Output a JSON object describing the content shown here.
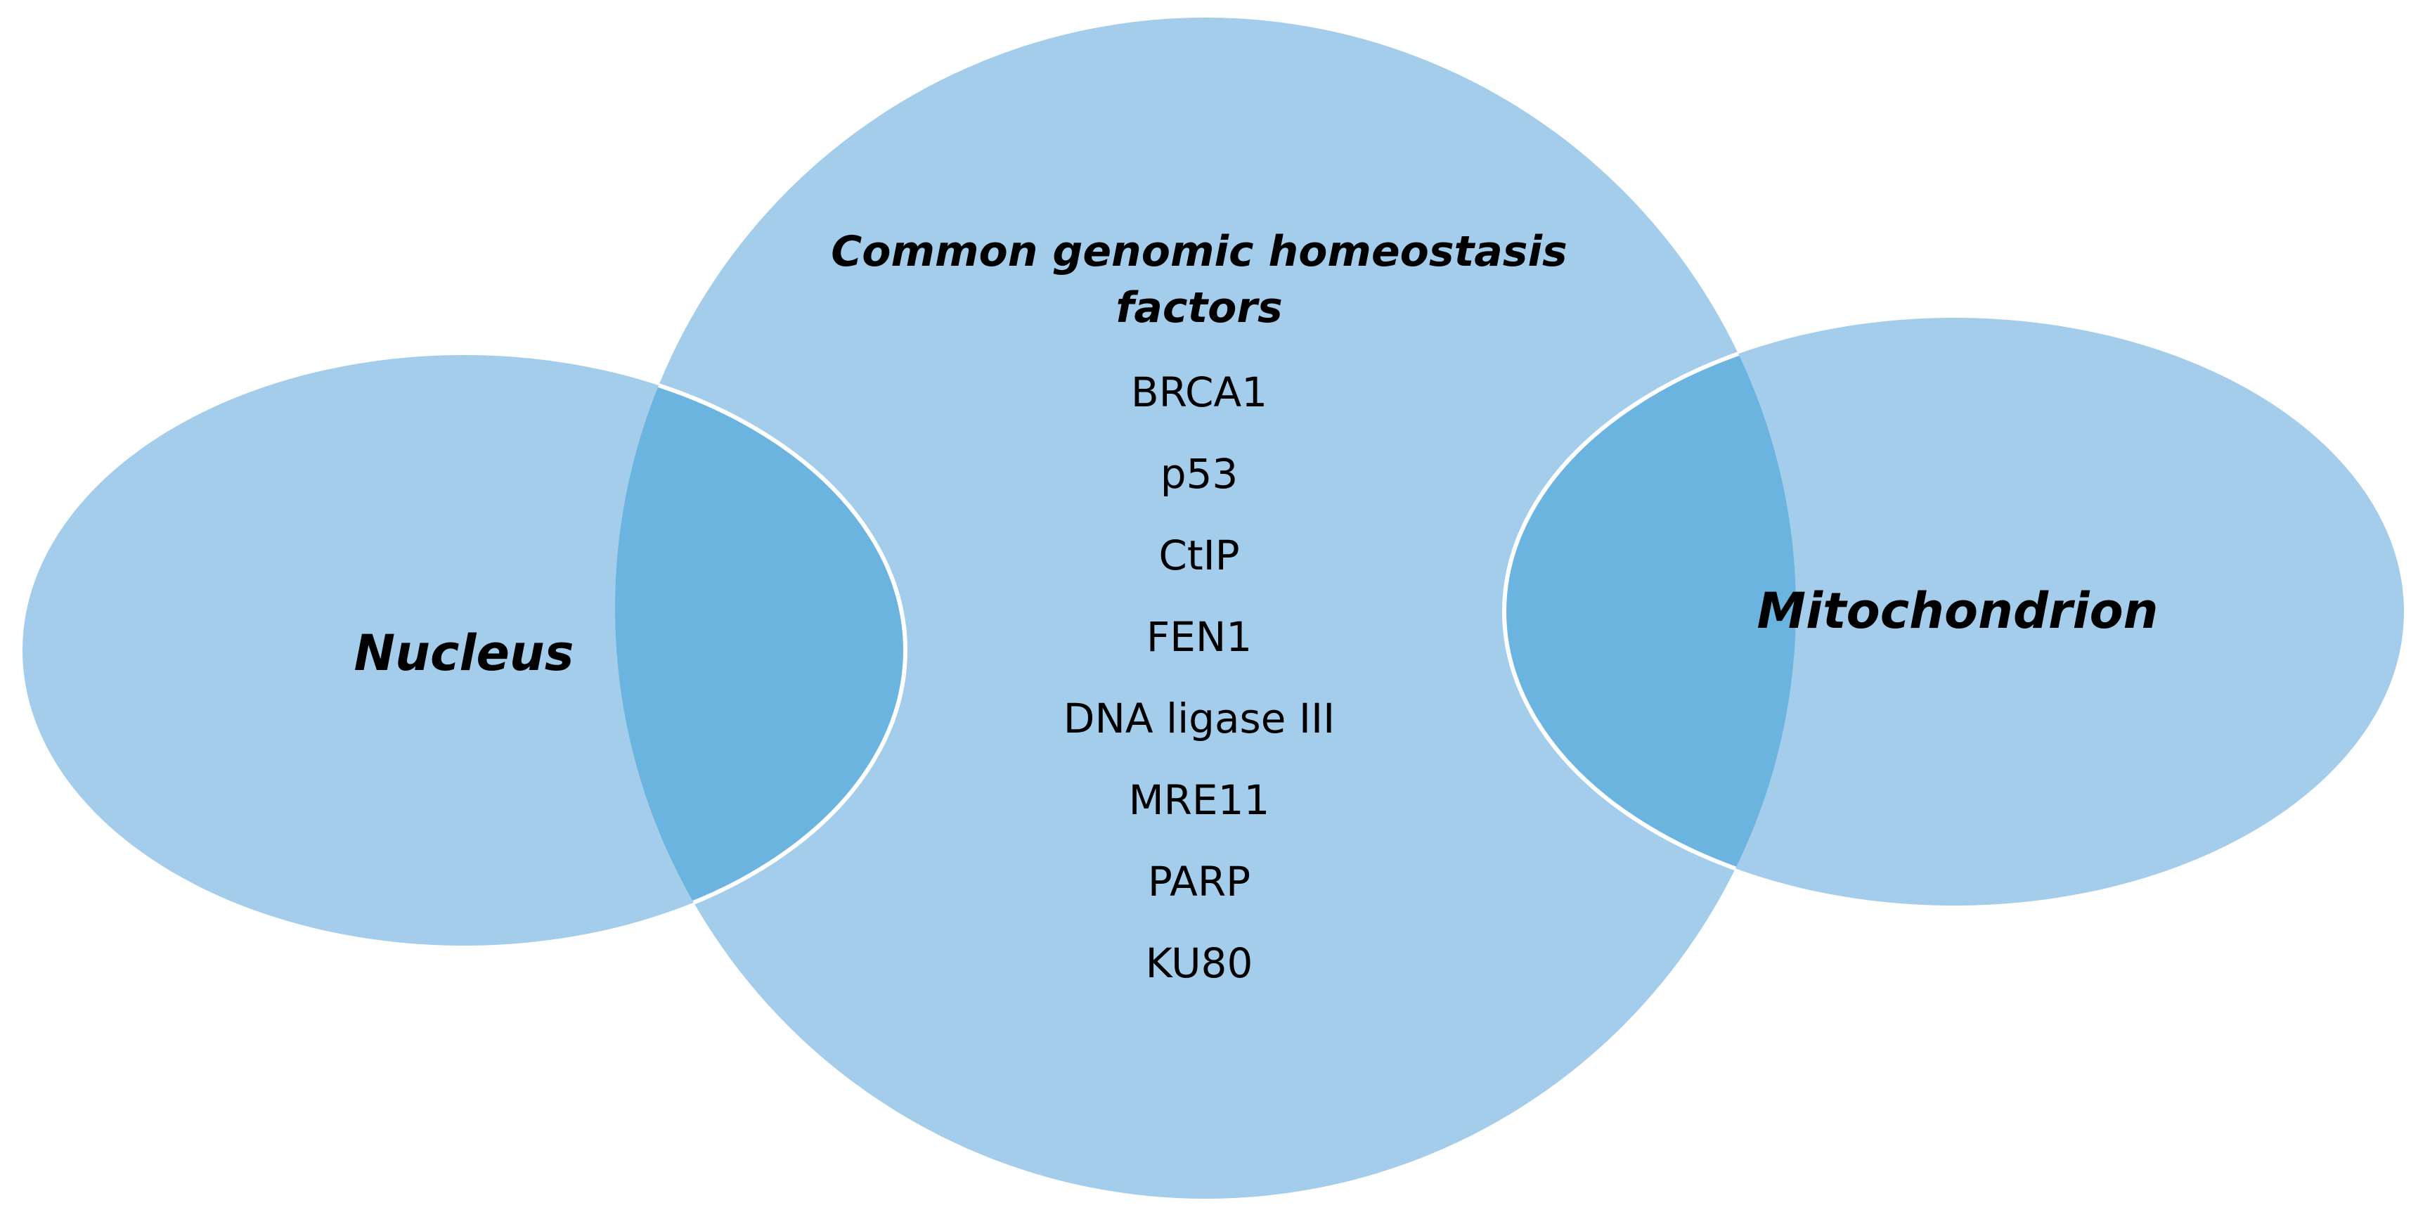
{
  "colors": {
    "shape_fill": "#a3cdeb",
    "overlap_fill": "#6cb4e0",
    "outline": "#ffffff"
  },
  "labels": {
    "nucleus": "Nucleus",
    "mitochondrion": "Mitochondrion"
  },
  "center": {
    "title_lines": [
      "Common genomic homeostasis",
      "factors"
    ],
    "factors": [
      "BRCA1",
      "p53",
      "CtIP",
      "FEN1",
      "DNA ligase III",
      "MRE11",
      "PARP",
      "KU80"
    ]
  }
}
